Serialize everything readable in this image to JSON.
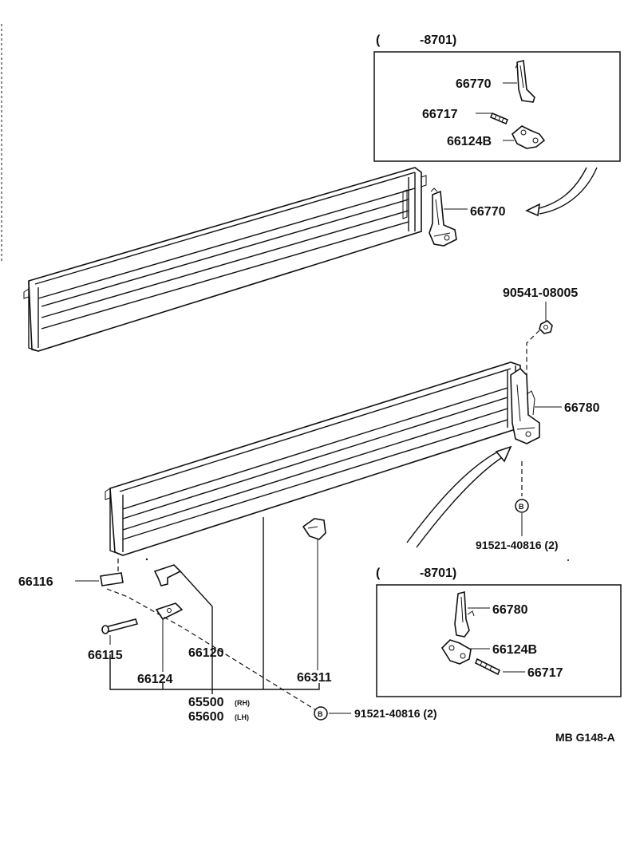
{
  "inset_top": {
    "header_open": "(",
    "header_code": "-8701)",
    "part_a": "66770",
    "part_b": "66717",
    "part_c": "66124B"
  },
  "inset_bottom": {
    "header_open": "(",
    "header_code": "-8701)",
    "part_a": "66780",
    "part_b": "66124B",
    "part_c": "66717"
  },
  "labels": {
    "p66770": "66770",
    "p90541": "90541-08005",
    "p66780": "66780",
    "p91521_right": "91521-40816 (2)",
    "p66116": "66116",
    "p66115": "66115",
    "p66120": "66120",
    "p66124": "66124",
    "p66311": "66311",
    "p65500": "65500",
    "p65500_side": "(RH)",
    "p65600": "65600",
    "p65600_side": "(LH)",
    "p91521_bottom": "91521-40816 (2)",
    "bolt_mark": "B",
    "diagram_ref": "MB G148-A"
  }
}
